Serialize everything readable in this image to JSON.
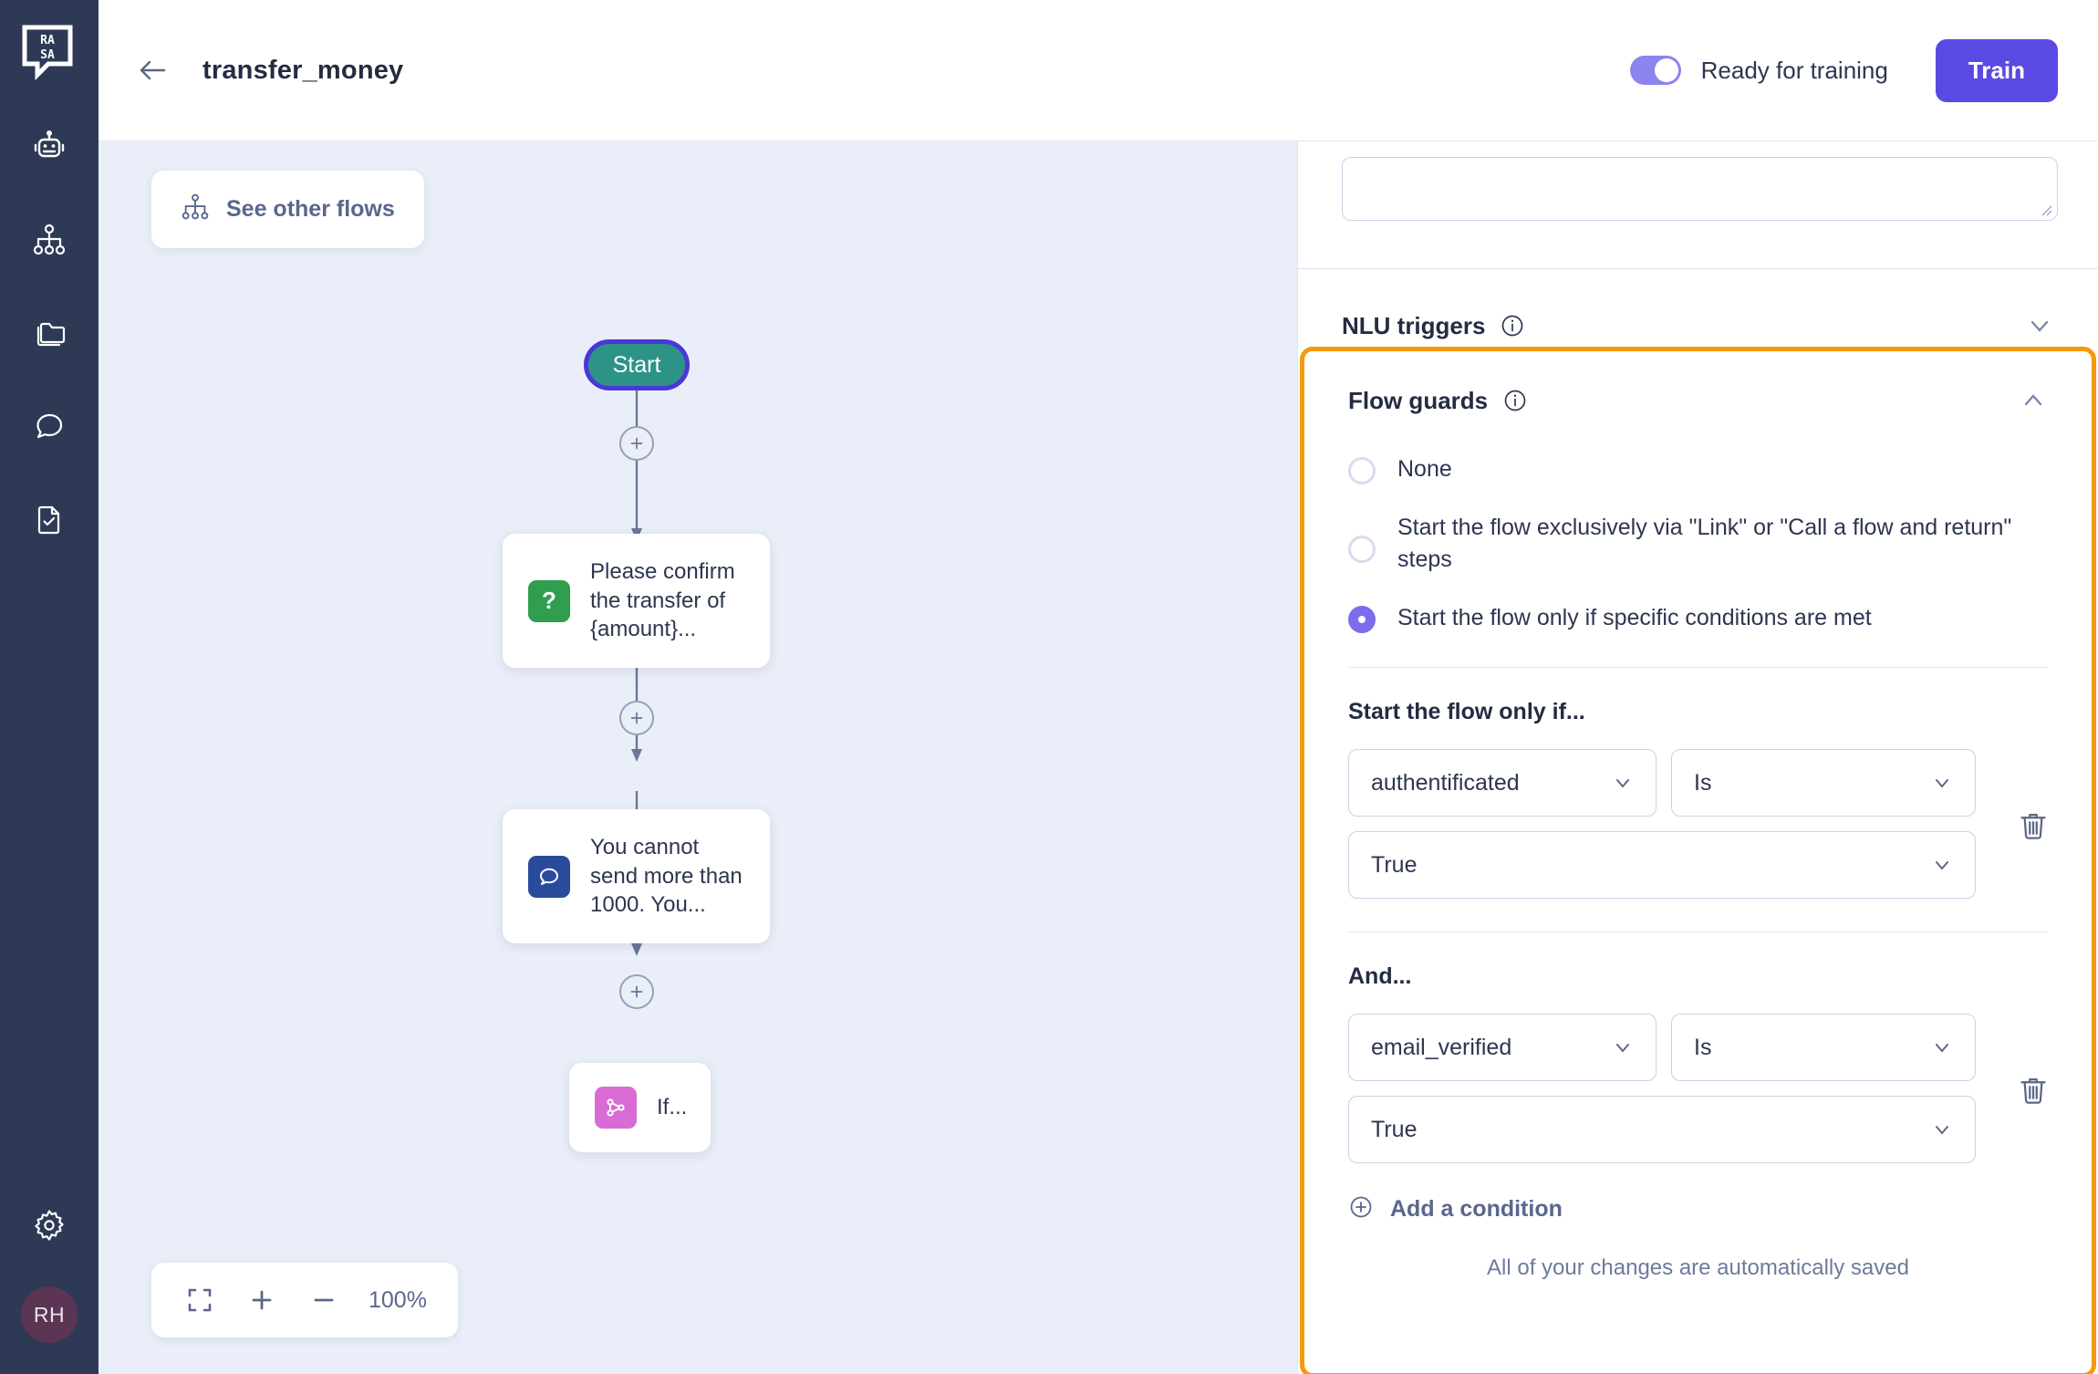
{
  "brand": {
    "logo_name": "rasa-logo",
    "accent": "#5a4ae3",
    "highlight": "#f59a0b"
  },
  "rail": {
    "items": [
      {
        "name": "bot-icon"
      },
      {
        "name": "flows-hierarchy-icon"
      },
      {
        "name": "folder-icon"
      },
      {
        "name": "chat-bubble-icon"
      },
      {
        "name": "document-check-icon"
      }
    ],
    "settings_icon": "gear-icon",
    "avatar_initials": "RH"
  },
  "topbar": {
    "back_icon": "back-arrow-icon",
    "title": "transfer_money",
    "toggle_label": "Ready for training",
    "toggle_on": true,
    "train_label": "Train"
  },
  "canvas": {
    "see_other_flows_label": "See other flows",
    "zoom": {
      "fit_icon": "fit-screen-icon",
      "zoom_in": "+",
      "zoom_out": "−",
      "level": "100%"
    },
    "nodes": [
      {
        "type": "start",
        "label": "Start"
      },
      {
        "type": "collect",
        "icon_glyph": "?",
        "icon_color": "#2f9e4f",
        "text": "Please confirm the transfer of {amount}..."
      },
      {
        "type": "message",
        "icon_glyph": "chat",
        "icon_color": "#2a4b9b",
        "text": "You cannot send more than 1000. You..."
      },
      {
        "type": "branch",
        "icon_glyph": "branch",
        "icon_color": "#d96bd4",
        "text": "If..."
      }
    ]
  },
  "panel": {
    "description_textarea": {
      "value": "",
      "placeholder": ""
    },
    "sections": [
      {
        "id": "nlu-triggers",
        "title": "NLU triggers",
        "expanded": false,
        "chevron": "chevron-down-icon"
      },
      {
        "id": "flow-guards",
        "title": "Flow guards",
        "expanded": true,
        "chevron": "chevron-up-icon"
      }
    ],
    "flow_guards": {
      "options": [
        {
          "label": "None",
          "selected": false
        },
        {
          "label": "Start the flow exclusively via \"Link\" or \"Call a flow and return\" steps",
          "selected": false
        },
        {
          "label": "Start the flow only if specific conditions are met",
          "selected": true
        }
      ],
      "conditions": [
        {
          "group_title": "Start the flow only if...",
          "slot": "authentificated",
          "operator": "Is",
          "value": "True",
          "delete_icon": "trash-icon"
        },
        {
          "group_title": "And...",
          "slot": "email_verified",
          "operator": "Is",
          "value": "True",
          "delete_icon": "trash-icon"
        }
      ],
      "add_condition_label": "Add a condition",
      "autosave_text": "All of your changes are automatically saved"
    }
  }
}
